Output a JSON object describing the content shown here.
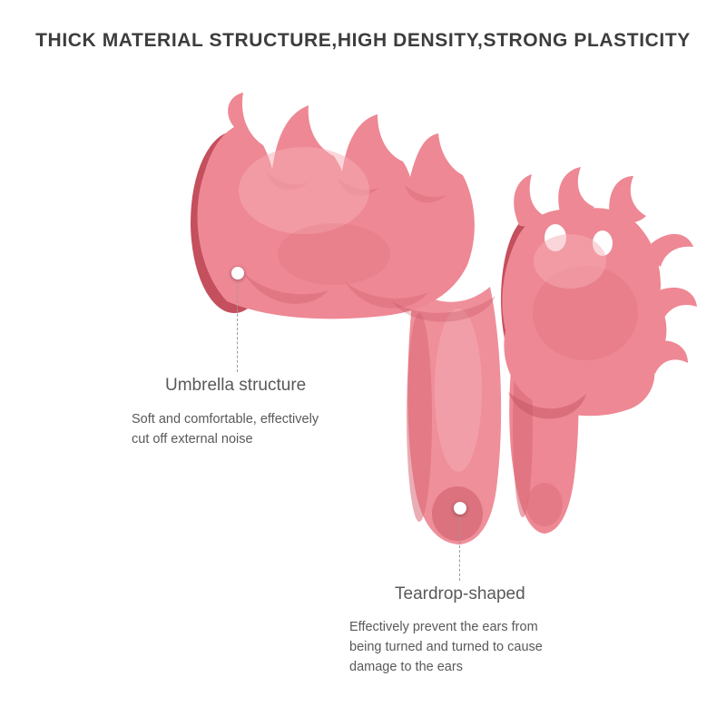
{
  "title": "THICK MATERIAL STRUCTURE,HIGH DENSITY,STRONG PLASTICITY",
  "product": {
    "image_name": "pink-silicone-earplugs-illustration",
    "colors": {
      "base": "#ee8894",
      "base_alt": "#ef8f9a",
      "dark": "#d96a77",
      "deep": "#c44f5d",
      "light": "#f6aeb6",
      "background": "#ffffff"
    }
  },
  "callouts": [
    {
      "label": "Umbrella structure",
      "description_lines": [
        "Soft and comfortable, effectively",
        "cut off external noise"
      ]
    },
    {
      "label": "Teardrop-shaped",
      "description_lines": [
        "Effectively prevent the ears from",
        "being turned and turned to cause",
        "damage to the ears"
      ]
    }
  ]
}
